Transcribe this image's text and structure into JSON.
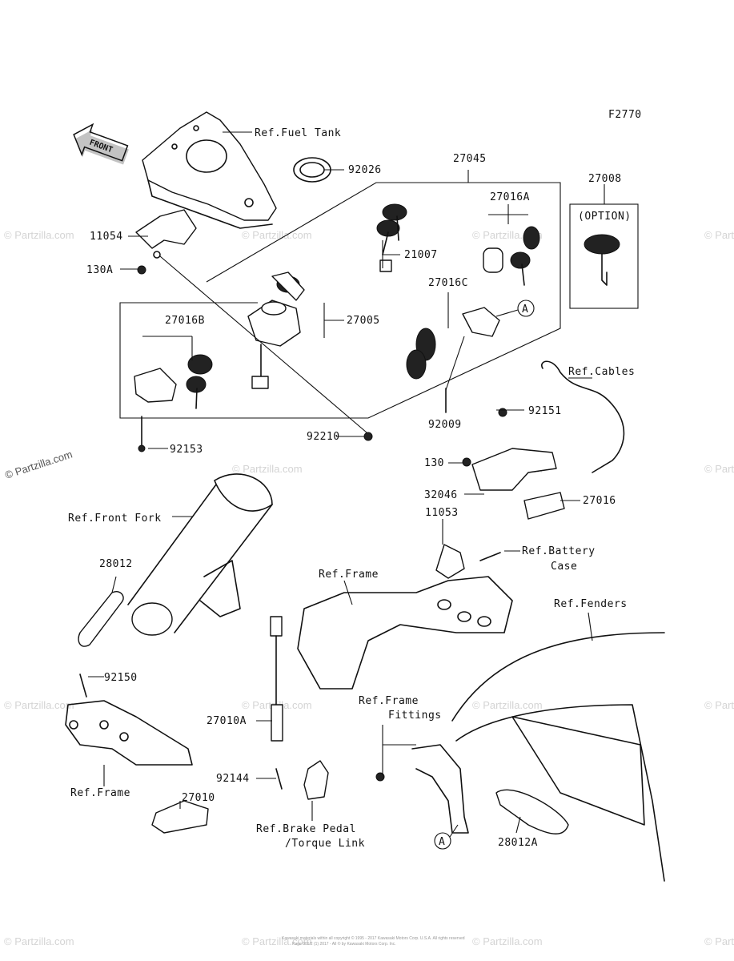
{
  "figure_code": "F2770",
  "front_arrow": "FRONT",
  "option_label": "(OPTION)",
  "callout_letter": "A",
  "labels": {
    "ref_fuel_tank": "Ref.Fuel Tank",
    "p92026": "92026",
    "p27045": "27045",
    "p27008": "27008",
    "p27016A": "27016A",
    "p21007": "21007",
    "p11054": "11054",
    "p130A": "130A",
    "p27005": "27005",
    "p27016C": "27016C",
    "p27016B": "27016B",
    "ref_cables": "Ref.Cables",
    "p92009": "92009",
    "p92151": "92151",
    "p92210": "92210",
    "p92153": "92153",
    "p130": "130",
    "p32046": "32046",
    "p27016": "27016",
    "p11053": "11053",
    "ref_front_fork": "Ref.Front Fork",
    "ref_battery_case_1": "Ref.Battery",
    "ref_battery_case_2": "Case",
    "p28012": "28012",
    "ref_frame_1": "Ref.Frame",
    "ref_fenders": "Ref.Fenders",
    "p92150": "92150",
    "p27010A": "27010A",
    "ref_frame_fittings_1": "Ref.Frame",
    "ref_frame_fittings_2": "Fittings",
    "p92144": "92144",
    "ref_frame_2": "Ref.Frame",
    "p27010": "27010",
    "ref_brake_pedal_1": "Ref.Brake Pedal",
    "ref_brake_pedal_2": "/Torque Link",
    "p28012A": "28012A"
  },
  "watermark": "© Partzilla.com",
  "copyright_line_1": "Kawasaki materials within all copyright © 1995 - 2017 Kawasaki Motors Corp. U.S.A. All rights reserved",
  "copyright_line_2": "Page 001/2 (1) 2017 - All © by Kawasaki Motors Corp. Inc."
}
